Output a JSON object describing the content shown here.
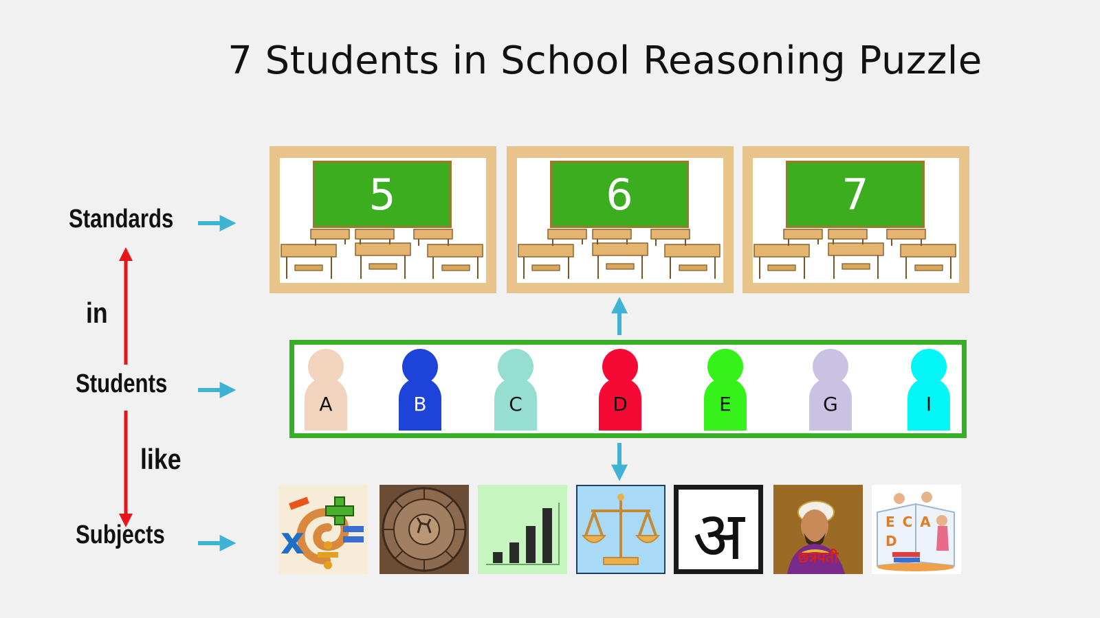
{
  "title": "7 Students in School Reasoning Puzzle",
  "labels": {
    "standards": "Standards",
    "students": "Students",
    "subjects": "Subjects"
  },
  "relations": {
    "in": "in",
    "like": "like"
  },
  "standards": [
    {
      "number": "5"
    },
    {
      "number": "6"
    },
    {
      "number": "7"
    }
  ],
  "students": [
    {
      "letter": "A",
      "color": "#f2d3bd",
      "text_color": "#111111"
    },
    {
      "letter": "B",
      "color": "#1d43d8",
      "text_color": "#ffffff"
    },
    {
      "letter": "C",
      "color": "#96ded0",
      "text_color": "#111111"
    },
    {
      "letter": "D",
      "color": "#f50a36",
      "text_color": "#111111"
    },
    {
      "letter": "E",
      "color": "#35f21a",
      "text_color": "#111111"
    },
    {
      "letter": "G",
      "color": "#c9c2e2",
      "text_color": "#111111"
    },
    {
      "letter": "I",
      "color": "#05f6f6",
      "text_color": "#111111"
    }
  ],
  "subjects": [
    {
      "icon": "math-symbols-icon"
    },
    {
      "icon": "zodiac-wheel-icon"
    },
    {
      "icon": "bar-growth-icon"
    },
    {
      "icon": "balance-scale-icon"
    },
    {
      "icon": "hindi-letter-icon",
      "glyph": "अ"
    },
    {
      "icon": "warrior-king-icon",
      "caption": "छत्रपती"
    },
    {
      "icon": "alphabet-book-icon",
      "letters": "E C A D"
    }
  ],
  "colors": {
    "arrow_blue": "#3fb3d6",
    "arrow_red": "#e8141c",
    "frame": "#e9c48a",
    "chalkboard": "#3cad1f",
    "students_border": "#35b024"
  }
}
